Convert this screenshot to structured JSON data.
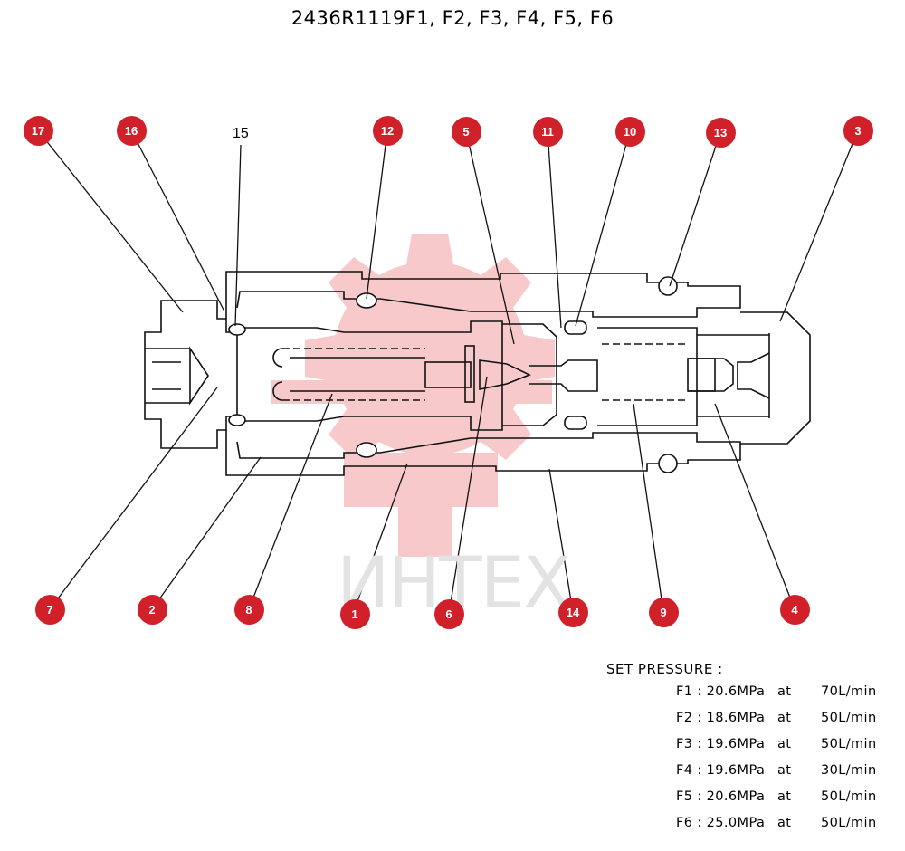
{
  "title": "2436R1119F1, F2, F3, F4, F5, F6",
  "watermark": "ИНТЕХ",
  "callouts": [
    "17",
    "16",
    "12",
    "5",
    "11",
    "10",
    "13",
    "3",
    "7",
    "2",
    "8",
    "1",
    "6",
    "14",
    "9",
    "4"
  ],
  "plain_label": "15",
  "set_pressure": {
    "heading": "SET PRESSURE :",
    "rows": [
      {
        "code": "F1 : 20.6MPa",
        "at": "at",
        "flow": "70L/min"
      },
      {
        "code": "F2 : 18.6MPa",
        "at": "at",
        "flow": "50L/min"
      },
      {
        "code": "F3 : 19.6MPa",
        "at": "at",
        "flow": "50L/min"
      },
      {
        "code": "F4 : 19.6MPa",
        "at": "at",
        "flow": "30L/min"
      },
      {
        "code": "F5 : 20.6MPa",
        "at": "at",
        "flow": "50L/min"
      },
      {
        "code": "F6 : 25.0MPa",
        "at": "at",
        "flow": "50L/min"
      }
    ]
  },
  "colors": {
    "callout": "#d0202a",
    "watermark": "#f6c4c6",
    "outline": "#111111"
  }
}
